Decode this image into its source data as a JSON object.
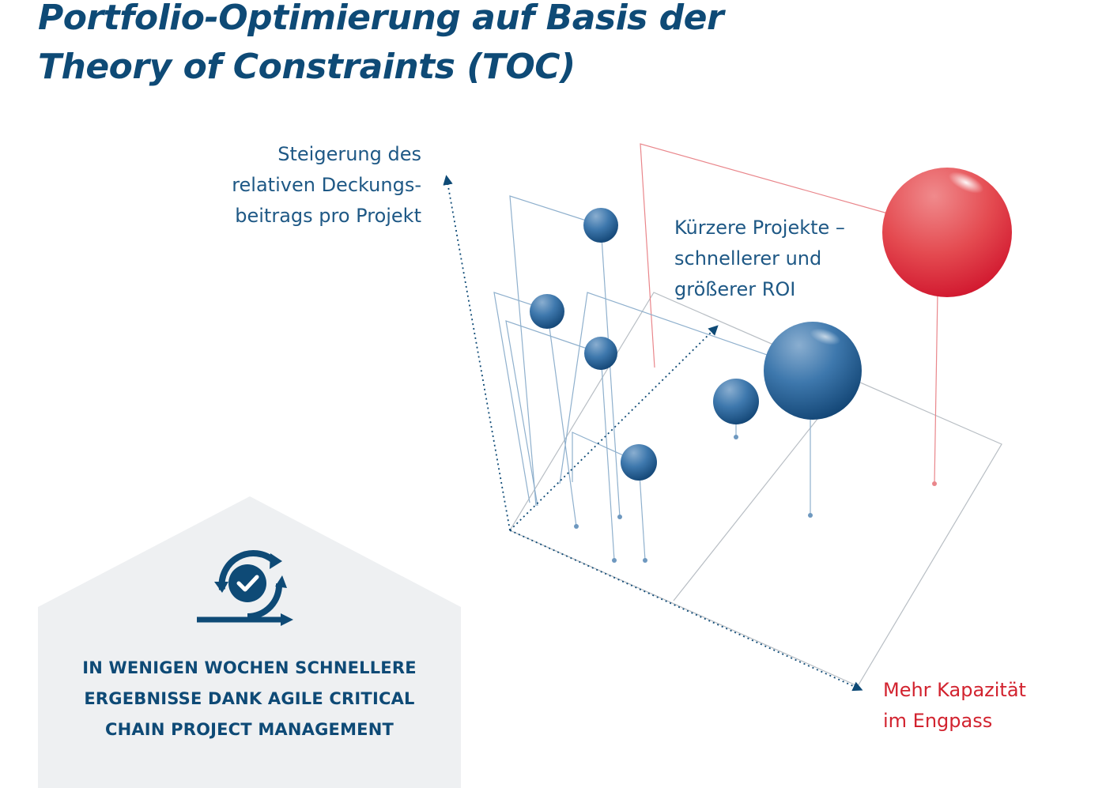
{
  "title": {
    "line1": "Portfolio-Optimierung auf Basis der",
    "line2": "Theory of Constraints (TOC)"
  },
  "axes": {
    "y_label": [
      "Steigerung des",
      "relativen Deckungs-",
      "beitrags pro Projekt"
    ],
    "z_label": [
      "Kürzere Projekte –",
      "schnellerer und",
      "größerer ROI"
    ],
    "x_label": [
      "Mehr Kapazität",
      "im Engpass"
    ]
  },
  "callout": {
    "icon": "agile-cycle-check-icon",
    "lines": [
      "IN WENIGEN WOCHEN SCHNELLERE",
      "ERGEBNISSE DANK AGILE CRITICAL",
      "CHAIN PROJECT MANAGEMENT"
    ]
  },
  "colors": {
    "title": "#0e4a76",
    "label": "#1e5885",
    "accent": "#d2232f",
    "bubble_blue": "#2d6a9f",
    "bubble_red": "#e02b35",
    "callout_bg": "#eef0f2"
  }
}
